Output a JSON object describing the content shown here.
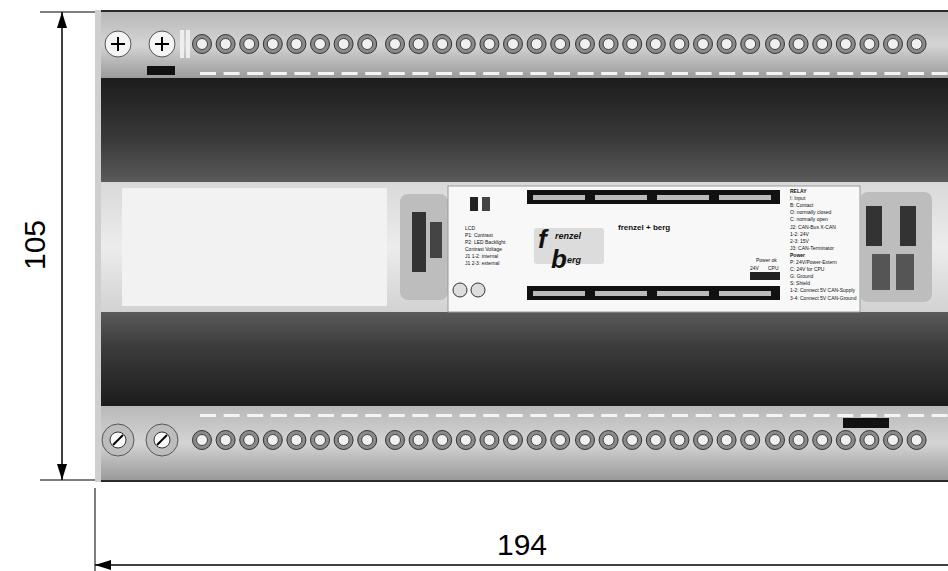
{
  "diagram": {
    "labels": [
      "105",
      "194",
      "frenzel + berg",
      "f",
      "renzel",
      "b",
      "erg",
      "Power ok",
      "24V",
      "CPU",
      "LCD",
      "P1: Contrast",
      "P2: LED Backlight",
      "Contrast Voltage",
      "J1 1-2: internal",
      "J1 2-3: external",
      "RELAY",
      "I: Input",
      "B: Contact",
      "O: normally closed",
      "C: normally open",
      "J2: CAN-Bus X-CAN",
      "1-2: 24V",
      "2-3: 15V",
      "J3: CAN-Terminator",
      "Power",
      "P: 24V/Power-Extern",
      "C: 24V for CPU",
      "G: Ground",
      "S: Shield",
      "1-2: Connect 5V CAN-Supply",
      "3-4: Connect 5V CAN-Ground"
    ]
  }
}
